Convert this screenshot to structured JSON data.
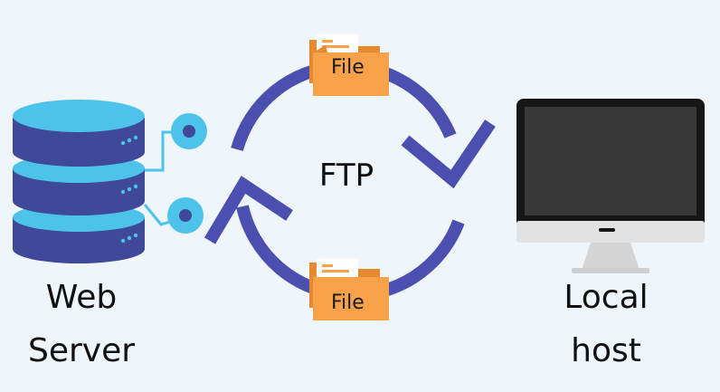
{
  "server": {
    "label_line1": "Web",
    "label_line2": "Server"
  },
  "client": {
    "label_line1": "Local",
    "label_line2": "host"
  },
  "protocol": {
    "label": "FTP"
  },
  "files": {
    "top_label": "File",
    "bottom_label": "File"
  },
  "icons": {
    "server": "server-stack-icon",
    "monitor": "desktop-monitor-icon",
    "file": "folder-file-icon"
  },
  "colors": {
    "background": "#eef5fb",
    "arrow": "#4a4fb0",
    "server_dark": "#3f4899",
    "server_light": "#4dc3ec",
    "connector_circle": "#4dc3ec",
    "folder_orange": "#f7a248",
    "folder_dark_orange": "#e58a2e",
    "monitor_frame": "#161616",
    "monitor_screen": "#393939",
    "monitor_stand": "#d9d9d9"
  }
}
